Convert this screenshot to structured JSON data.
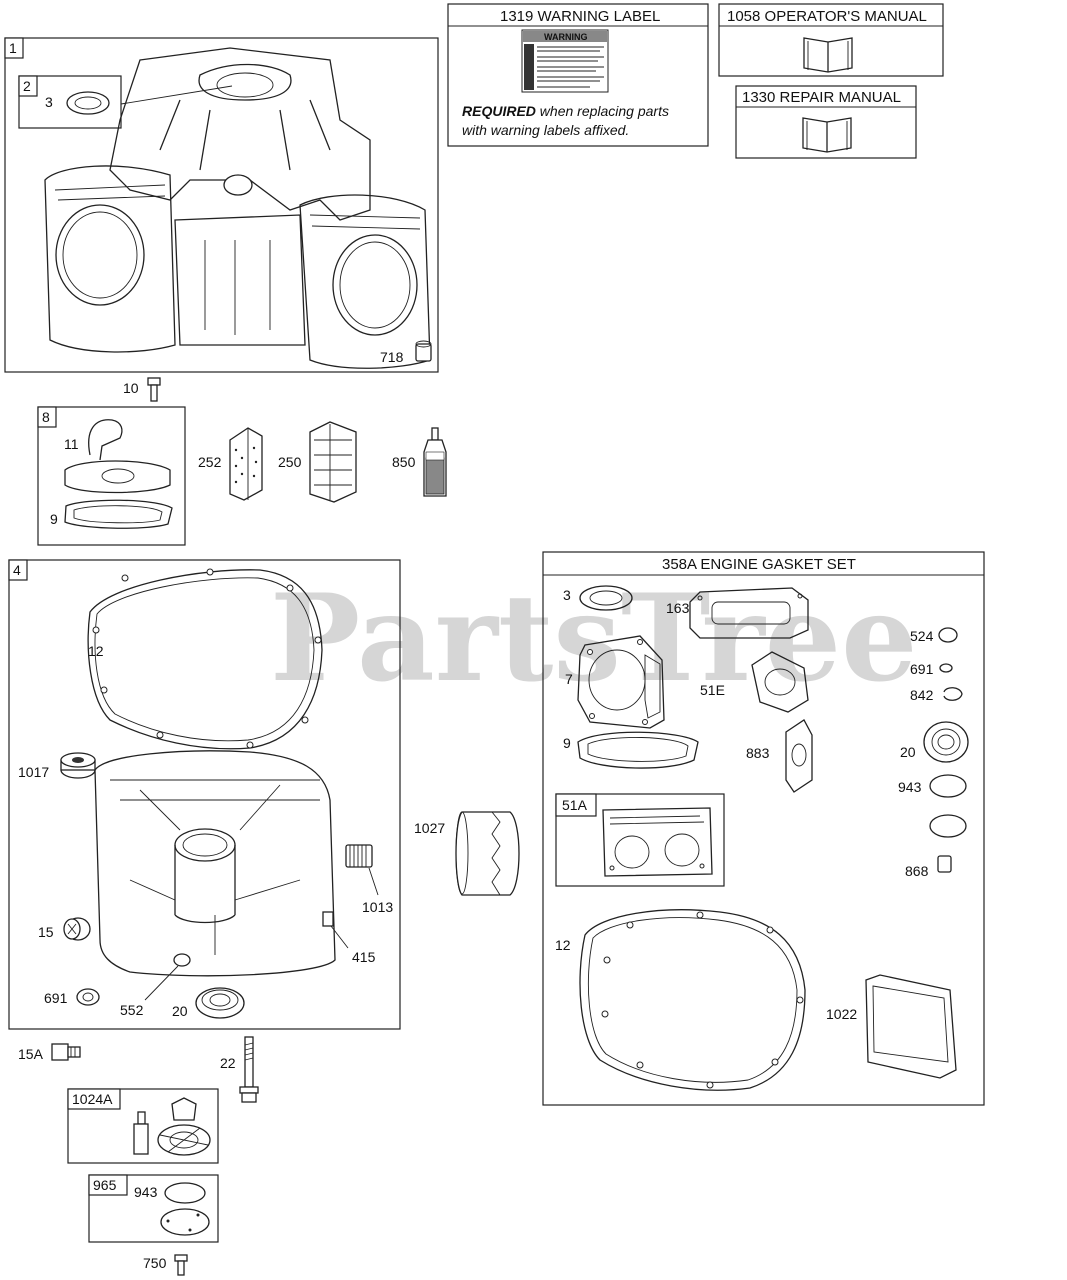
{
  "watermark": "PartsTree",
  "boxes": {
    "b1": "1",
    "b2": "2",
    "b4": "4",
    "b8": "8",
    "b51a": "51A",
    "b1024a": "1024A",
    "b965": "965"
  },
  "headers": {
    "warning_label": "1319 WARNING LABEL",
    "operators_manual": "1058 OPERATOR'S MANUAL",
    "repair_manual": "1330 REPAIR MANUAL",
    "gasket_set": "358A ENGINE GASKET SET"
  },
  "warning": {
    "sticker_title": "WARNING",
    "required_bold": "REQUIRED",
    "required_rest": " when replacing parts",
    "line2": "with warning labels affixed."
  },
  "callouts": {
    "c3": "3",
    "c718": "718",
    "c10": "10",
    "c11": "11",
    "c9": "9",
    "c252": "252",
    "c250": "250",
    "c850": "850",
    "c12": "12",
    "c1017": "1017",
    "c1013": "1013",
    "c15": "15",
    "c415": "415",
    "c691": "691",
    "c552": "552",
    "c20": "20",
    "c1027": "1027",
    "c15a": "15A",
    "c22": "22",
    "c943": "943",
    "c750": "750",
    "g3": "3",
    "g163": "163",
    "g7": "7",
    "g51e": "51E",
    "g9": "9",
    "g883": "883",
    "g524": "524",
    "g691": "691",
    "g842": "842",
    "g20": "20",
    "g943": "943",
    "g868": "868",
    "g12": "12",
    "g1022": "1022"
  },
  "icons": {
    "manual": "open-book-icon",
    "warning": "warning-sticker-icon",
    "sealant": "sealant-tube-icon"
  }
}
